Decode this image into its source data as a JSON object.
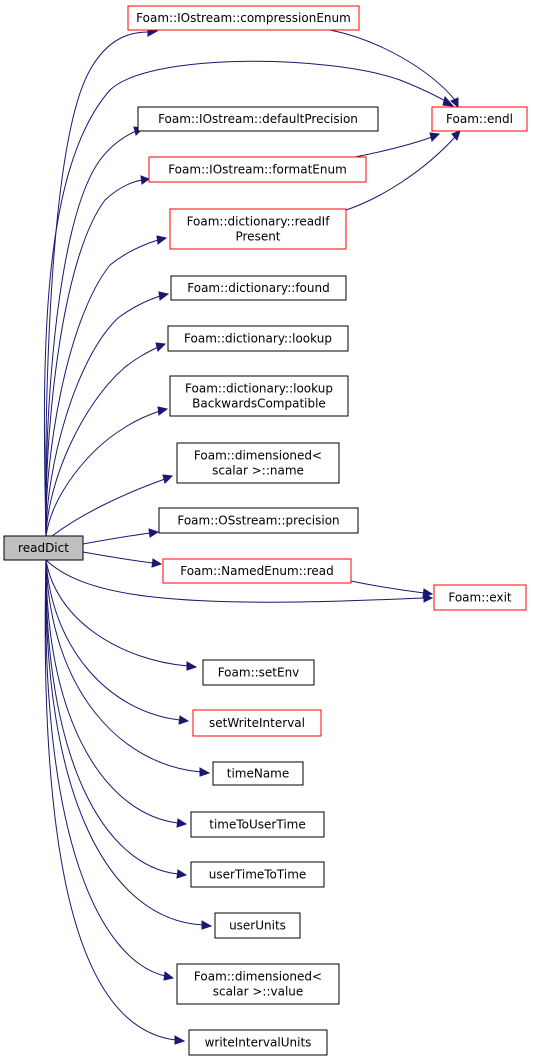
{
  "graph": {
    "root": "readDict",
    "nodes": [
      {
        "id": "root",
        "lines": [
          "readDict"
        ],
        "style": "root"
      },
      {
        "id": "compressionEnum",
        "lines": [
          "Foam::IOstream::compressionEnum"
        ],
        "style": "red"
      },
      {
        "id": "endl",
        "lines": [
          "Foam::endl"
        ],
        "style": "red"
      },
      {
        "id": "defaultPrecision",
        "lines": [
          "Foam::IOstream::defaultPrecision"
        ],
        "style": "black"
      },
      {
        "id": "formatEnum",
        "lines": [
          "Foam::IOstream::formatEnum"
        ],
        "style": "red"
      },
      {
        "id": "readIfPresent",
        "lines": [
          "Foam::dictionary::readIf",
          "Present"
        ],
        "style": "red"
      },
      {
        "id": "found",
        "lines": [
          "Foam::dictionary::found"
        ],
        "style": "black"
      },
      {
        "id": "lookup",
        "lines": [
          "Foam::dictionary::lookup"
        ],
        "style": "black"
      },
      {
        "id": "lookupBackwardsCompatible",
        "lines": [
          "Foam::dictionary::lookup",
          "BackwardsCompatible"
        ],
        "style": "black"
      },
      {
        "id": "dimensionedName",
        "lines": [
          "Foam::dimensioned<",
          "scalar >::name"
        ],
        "style": "black"
      },
      {
        "id": "precision",
        "lines": [
          "Foam::OSstream::precision"
        ],
        "style": "black"
      },
      {
        "id": "namedEnumRead",
        "lines": [
          "Foam::NamedEnum::read"
        ],
        "style": "red"
      },
      {
        "id": "exit",
        "lines": [
          "Foam::exit"
        ],
        "style": "red"
      },
      {
        "id": "setEnv",
        "lines": [
          "Foam::setEnv"
        ],
        "style": "black"
      },
      {
        "id": "setWriteInterval",
        "lines": [
          "setWriteInterval"
        ],
        "style": "red"
      },
      {
        "id": "timeName",
        "lines": [
          "timeName"
        ],
        "style": "black"
      },
      {
        "id": "timeToUserTime",
        "lines": [
          "timeToUserTime"
        ],
        "style": "black"
      },
      {
        "id": "userTimeToTime",
        "lines": [
          "userTimeToTime"
        ],
        "style": "black"
      },
      {
        "id": "userUnits",
        "lines": [
          "userUnits"
        ],
        "style": "black"
      },
      {
        "id": "dimensionedValue",
        "lines": [
          "Foam::dimensioned<",
          "scalar >::value"
        ],
        "style": "black"
      },
      {
        "id": "writeIntervalUnits",
        "lines": [
          "writeIntervalUnits"
        ],
        "style": "black"
      }
    ],
    "edges": [
      [
        "root",
        "compressionEnum"
      ],
      [
        "root",
        "endl"
      ],
      [
        "root",
        "defaultPrecision"
      ],
      [
        "root",
        "formatEnum"
      ],
      [
        "root",
        "readIfPresent"
      ],
      [
        "root",
        "found"
      ],
      [
        "root",
        "lookup"
      ],
      [
        "root",
        "lookupBackwardsCompatible"
      ],
      [
        "root",
        "dimensionedName"
      ],
      [
        "root",
        "precision"
      ],
      [
        "root",
        "namedEnumRead"
      ],
      [
        "root",
        "exit"
      ],
      [
        "root",
        "setEnv"
      ],
      [
        "root",
        "setWriteInterval"
      ],
      [
        "root",
        "timeName"
      ],
      [
        "root",
        "timeToUserTime"
      ],
      [
        "root",
        "userTimeToTime"
      ],
      [
        "root",
        "userUnits"
      ],
      [
        "root",
        "dimensionedValue"
      ],
      [
        "root",
        "writeIntervalUnits"
      ],
      [
        "compressionEnum",
        "endl"
      ],
      [
        "formatEnum",
        "endl"
      ],
      [
        "readIfPresent",
        "endl"
      ],
      [
        "namedEnumRead",
        "exit"
      ]
    ],
    "colors": {
      "edge": "#191970",
      "highlighted_border": "#ff0000",
      "root_fill": "#bfbfbf"
    }
  }
}
